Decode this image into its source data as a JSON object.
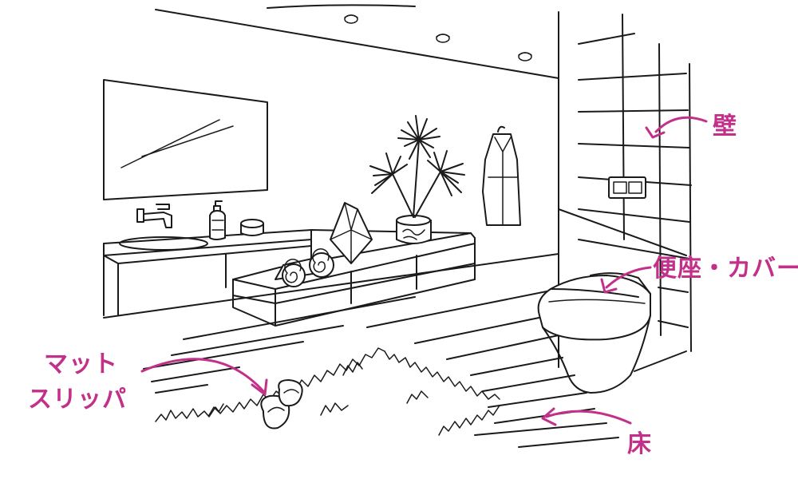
{
  "labels": {
    "wall": "壁",
    "seat_cover": "便座・カバー",
    "mat": "マット",
    "slippers": "スリッパ",
    "floor": "床"
  },
  "colors": {
    "accent": "#c2308a",
    "line": "#1a1a1a",
    "background": "#ffffff"
  }
}
